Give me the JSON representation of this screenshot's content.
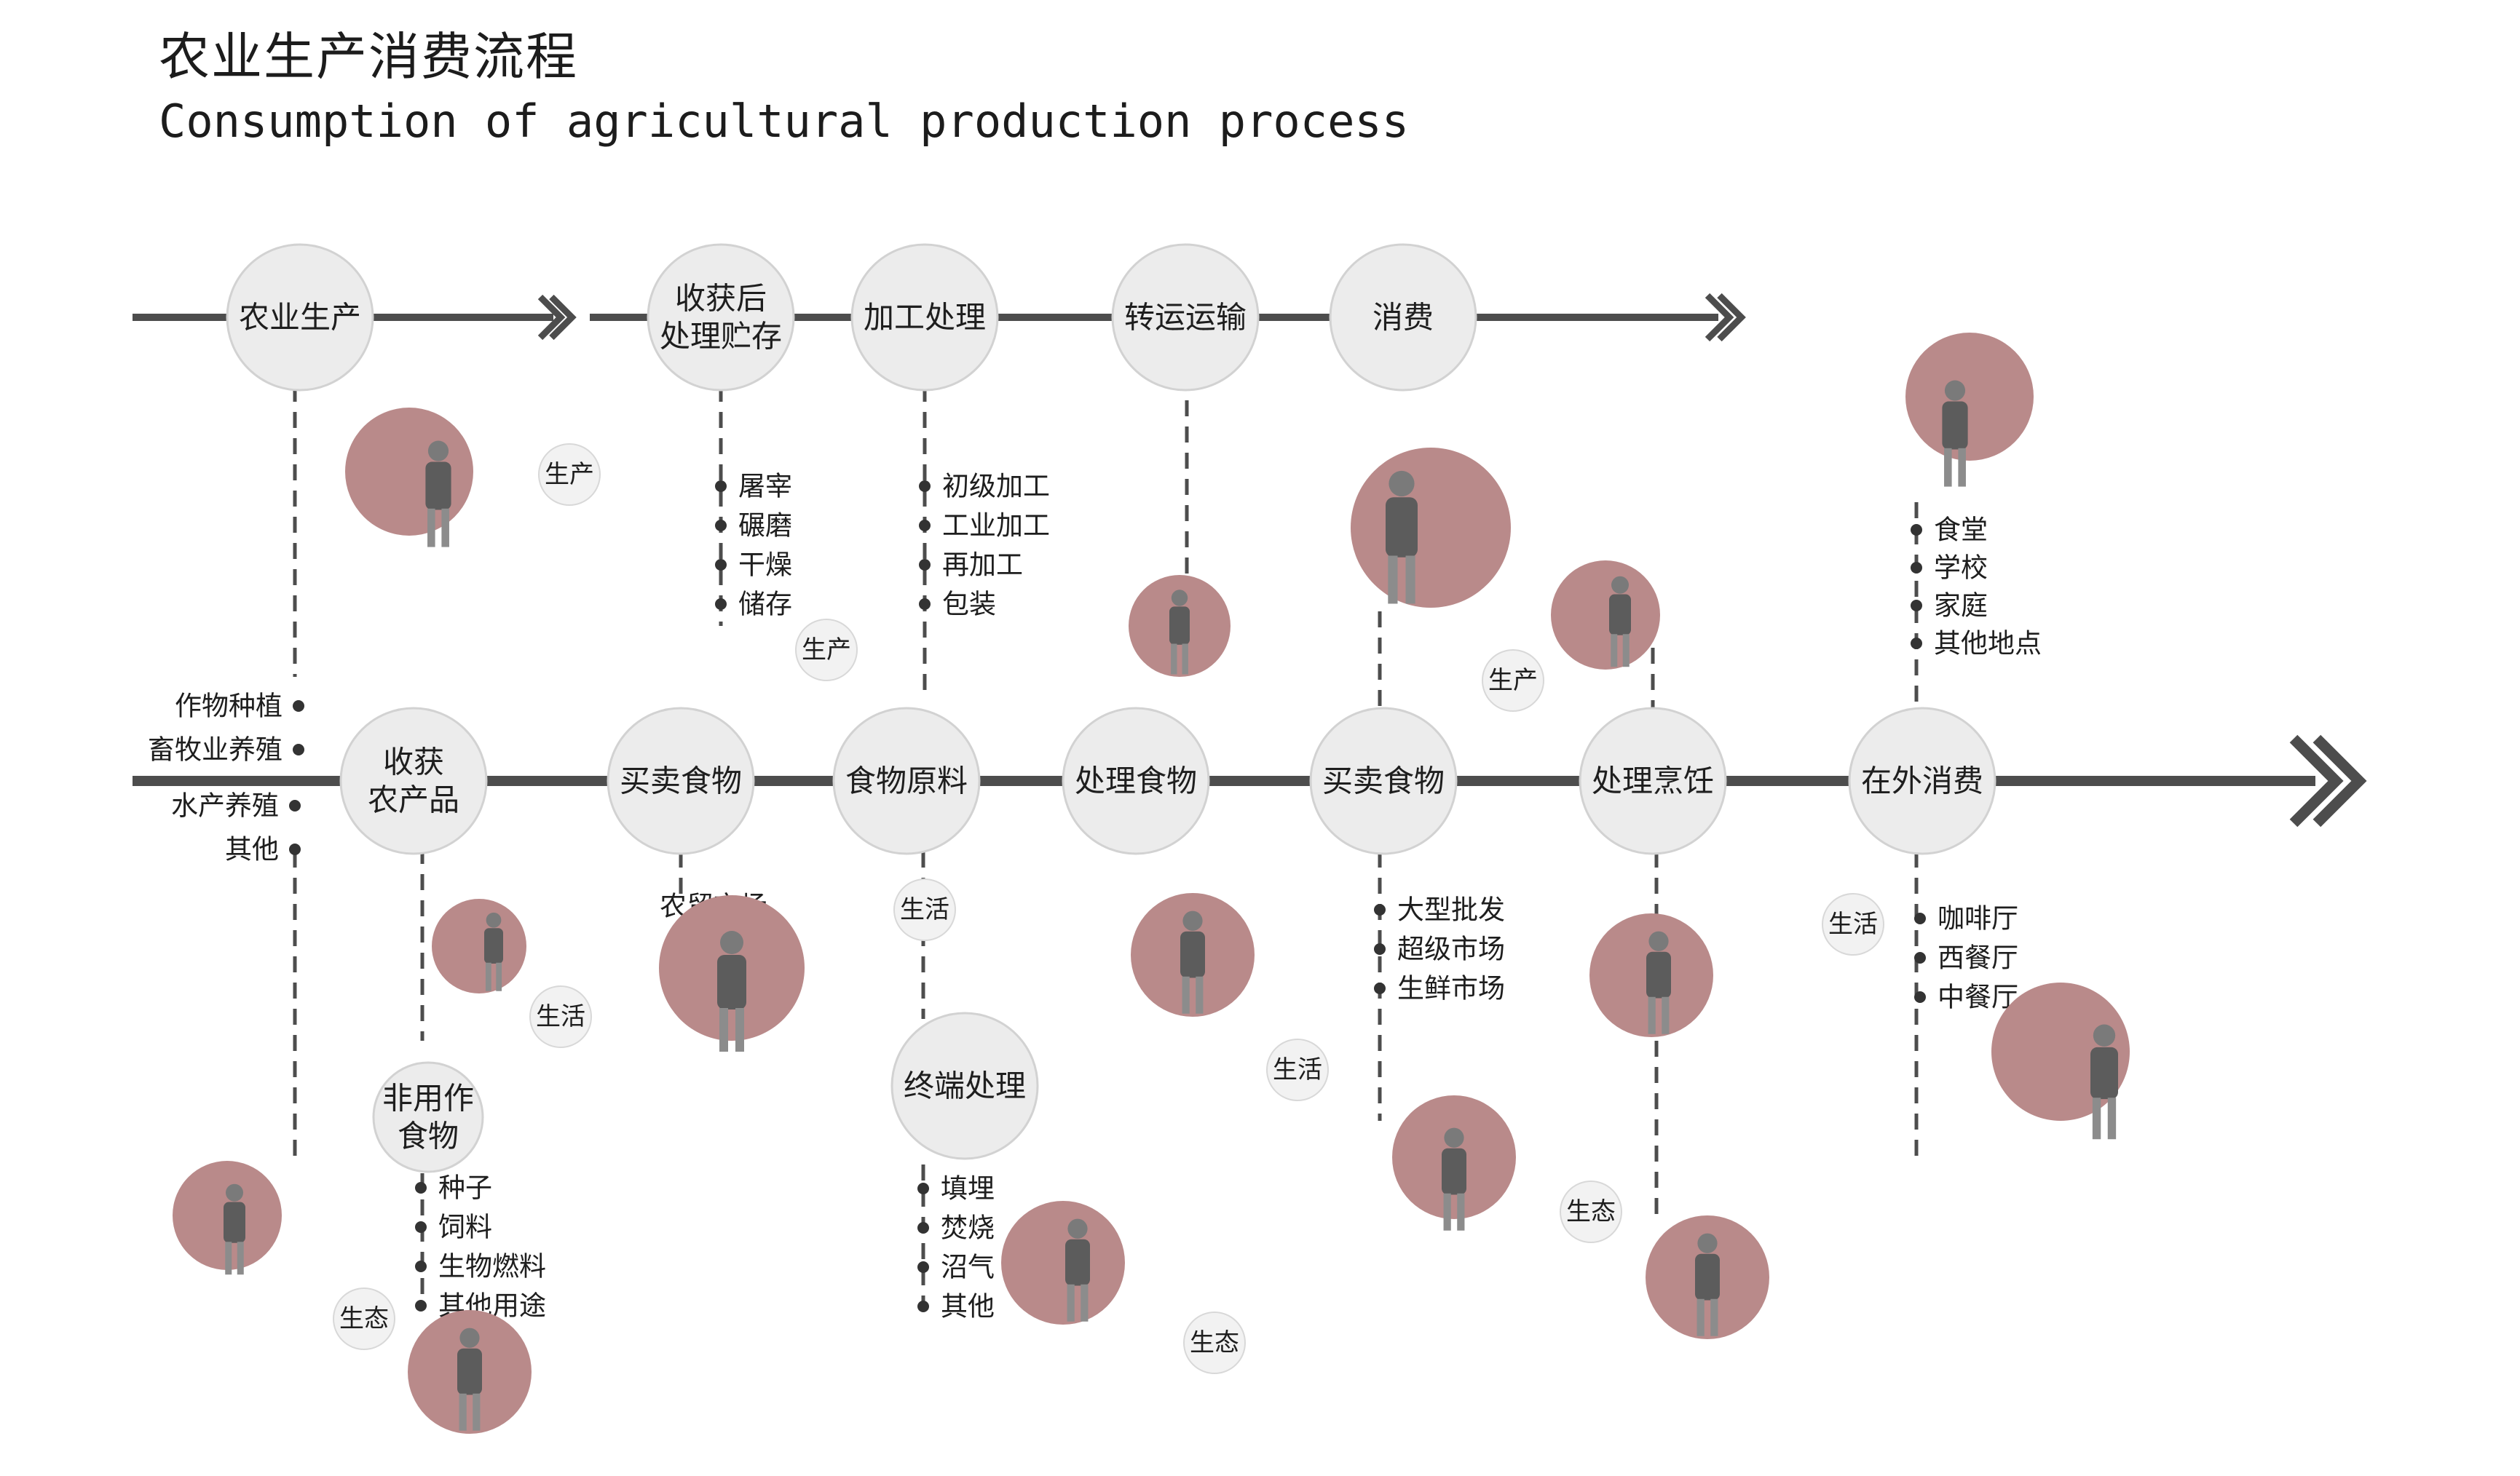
{
  "title_zh": "农业生产消费流程",
  "title_en": "Consumption of agricultural production process",
  "colors": {
    "line": "#4d4d4d",
    "bubble": "#ececec",
    "bubble_border": "#d2d2d2",
    "accent": "#b98a8a"
  },
  "top_row": {
    "stages": [
      "农业生产",
      "收获后\n处理贮存",
      "加工处理",
      "转运运输",
      "消费"
    ],
    "post_harvest_items": [
      "屠宰",
      "碾磨",
      "干燥",
      "储存"
    ],
    "processing_items": [
      "初级加工",
      "工业加工",
      "再加工",
      "包装"
    ],
    "consumption_places": [
      "食堂",
      "学校",
      "家庭",
      "其他地点"
    ]
  },
  "bottom_row": {
    "stages": [
      "收获\n农产品",
      "买卖食物",
      "食物原料",
      "处理食物",
      "买卖食物",
      "处理烹饪",
      "在外消费"
    ],
    "farming_types": [
      "作物种植",
      "畜牧业养殖",
      "水产养殖",
      "其他"
    ],
    "non_food": {
      "label": "非用作\n食物",
      "items": [
        "种子",
        "饲料",
        "生物燃料",
        "其他用途"
      ]
    },
    "market_label": "农贸市场",
    "terminal": {
      "label": "终端处理",
      "items": [
        "填埋",
        "焚烧",
        "沼气",
        "其他"
      ]
    },
    "retail_items": [
      "大型批发",
      "超级市场",
      "生鲜市场"
    ],
    "dining_items": [
      "咖啡厅",
      "西餐厅",
      "中餐厅"
    ]
  },
  "tags": {
    "production": "生产",
    "living": "生活",
    "ecology": "生态"
  },
  "photo_icons": [
    "farmers-planting-photo",
    "trolley-worker-photo",
    "shoppers-photo",
    "family-picnic-photo",
    "bbq-couple-photo",
    "crouching-farmer-photo",
    "woman-walking-photo",
    "crate-carrier-photo",
    "market-vendor-photo",
    "cook-grill-photo",
    "sweeper-photo",
    "apron-couple-photo",
    "cook-table-photo",
    "sitting-woman-photo",
    "cafe-people-photo",
    "sitting-man-photo"
  ]
}
